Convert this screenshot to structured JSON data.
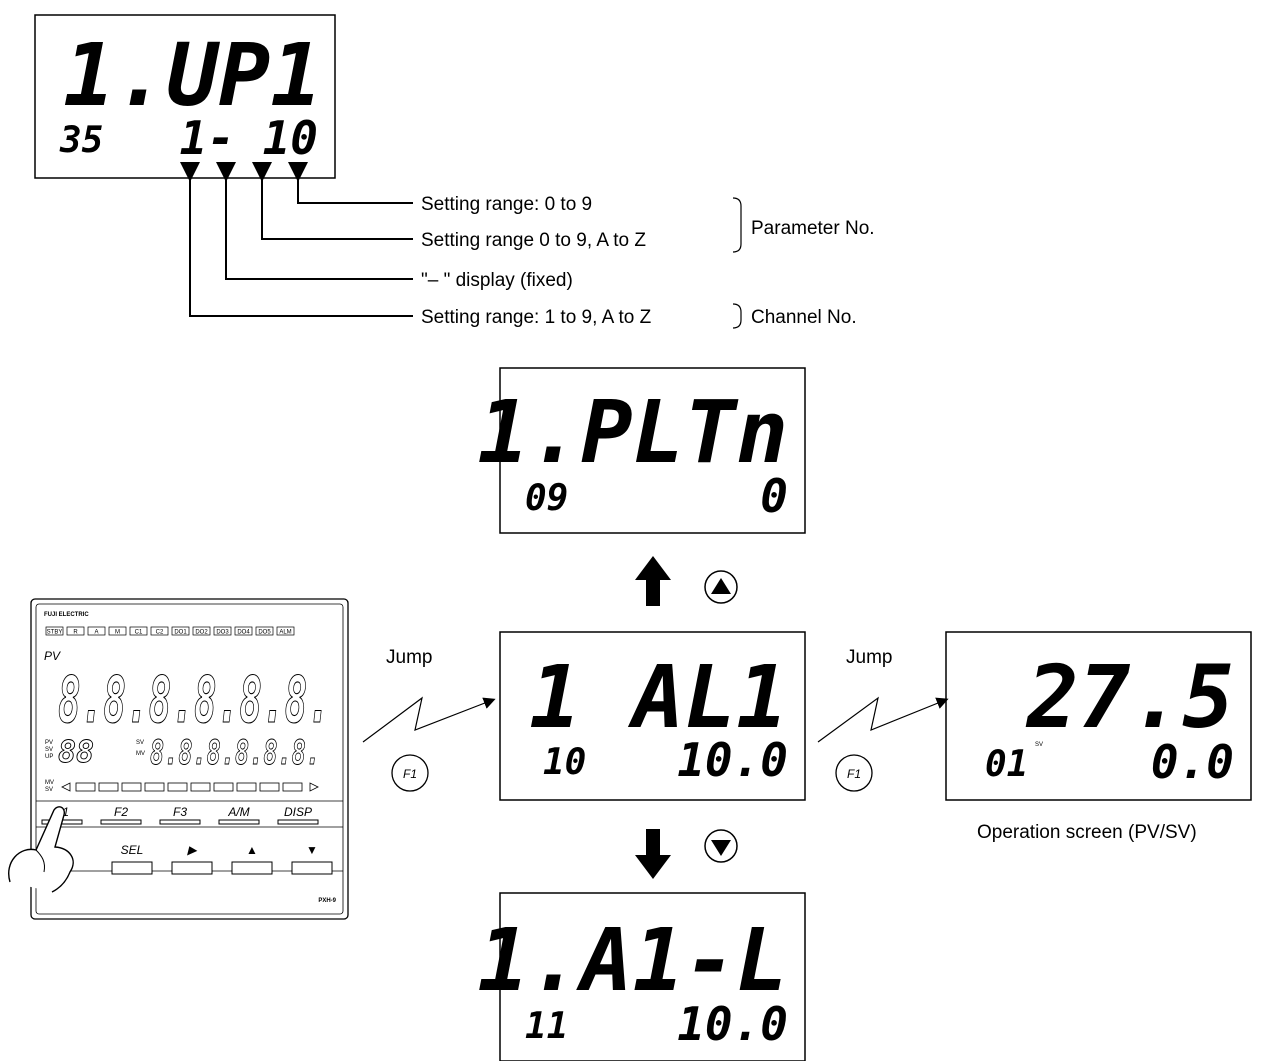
{
  "top_display": {
    "main": "1.UP1",
    "sub_left": "35",
    "sub_right": "1- 10"
  },
  "annotations": {
    "range_digit2": "Setting range: 0 to 9",
    "range_digit1": "Setting range 0 to 9, A to Z",
    "dash": "\"– \" display (fixed)",
    "channel_range": "Setting range: 1 to 9, A to Z",
    "parameter_no": "Parameter No.",
    "channel_no": "Channel No."
  },
  "screens": {
    "up": {
      "main": "1.PLTn",
      "sub_left": "09",
      "sub_right": "0"
    },
    "center": {
      "main": "1 AL1",
      "sub_left": "10",
      "sub_right": "10.0"
    },
    "down": {
      "main": "1.A1-L",
      "sub_left": "11",
      "sub_right": "10.0"
    },
    "operation": {
      "main": "27.5",
      "sub_left": "01",
      "sub_right": "0.0",
      "sv_mark": "SV"
    }
  },
  "jump_label": "Jump",
  "f1_label": "F1",
  "operation_caption": "Operation screen (PV/SV)",
  "controller": {
    "brand": "FUJI ELECTRIC",
    "model": "PXH-9",
    "pv_label": "PV",
    "status_leds": [
      "STBY",
      "R",
      "A",
      "M",
      "C1",
      "C2",
      "DO1",
      "DO2",
      "DO3",
      "DO4",
      "DO5",
      "ALM"
    ],
    "function_keys": [
      "F1",
      "F2",
      "F3",
      "A/M",
      "DISP"
    ],
    "nav_keys": [
      "SEL",
      "▶",
      "▲",
      "▼"
    ],
    "main_digits": "8.8.8.8.8.8.",
    "sub_digits": "88",
    "sub_main_digits": "8.8.8.8.8.8.",
    "sub_labels": [
      "PV",
      "SV",
      "UP"
    ],
    "mv_labels": [
      "MV",
      "SV"
    ]
  },
  "icons": {
    "up_key": "triangle-up-circle-icon",
    "down_key": "triangle-down-circle-icon",
    "finger": "pointing-finger-icon"
  }
}
